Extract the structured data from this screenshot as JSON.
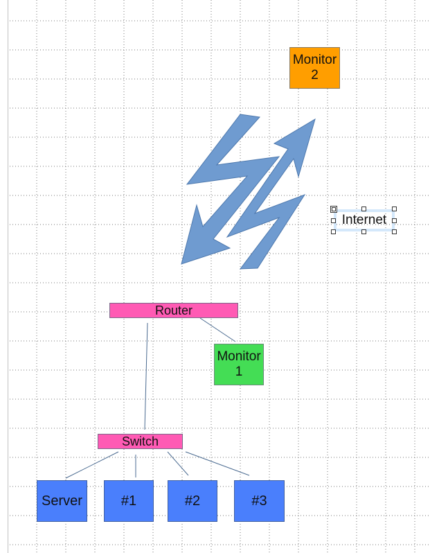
{
  "diagram": {
    "grid": {
      "color": "#777777"
    },
    "colors": {
      "monitor2_fill": "#ff9e00",
      "router_switch_fill": "#ff5ab4",
      "monitor1_fill": "#44dd55",
      "host_fill": "#4a7ffc",
      "arrow_fill": "#6f9bd0",
      "connector": "#4a6a90"
    },
    "nodes": {
      "monitor2": {
        "line1": "Monitor",
        "line2": "2"
      },
      "internet": {
        "label": "Internet"
      },
      "router": {
        "label": "Router"
      },
      "monitor1": {
        "line1": "Monitor",
        "line2": "1"
      },
      "switch": {
        "label": "Switch"
      },
      "server": {
        "label": "Server"
      },
      "host1": {
        "label": "#1"
      },
      "host2": {
        "label": "#2"
      },
      "host3": {
        "label": "#3"
      }
    },
    "selected": "internet",
    "edges": [
      {
        "from": "router",
        "to": "switch"
      },
      {
        "from": "router",
        "to": "monitor1"
      },
      {
        "from": "switch",
        "to": "server"
      },
      {
        "from": "switch",
        "to": "host1"
      },
      {
        "from": "switch",
        "to": "host2"
      },
      {
        "from": "switch",
        "to": "host3"
      }
    ],
    "wireless_link": {
      "type": "double-lightning-arrow",
      "directions": [
        "down-left",
        "up-right"
      ]
    }
  }
}
